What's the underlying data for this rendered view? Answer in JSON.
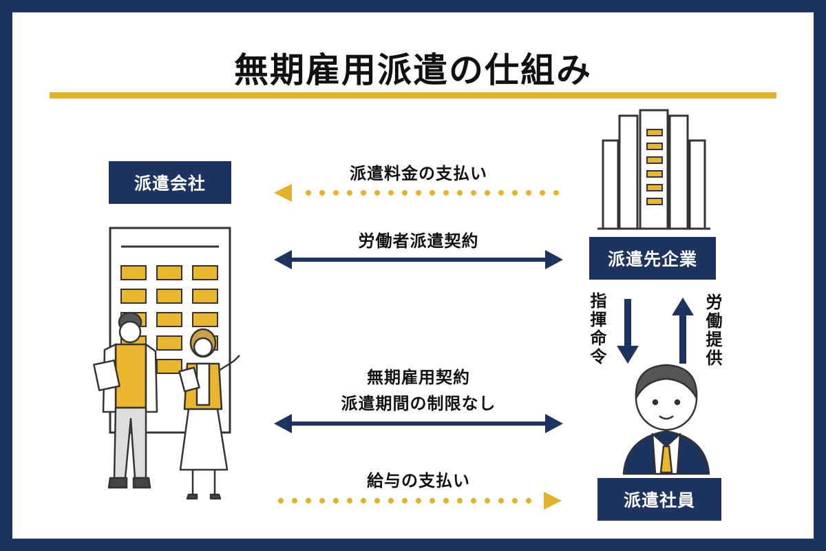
{
  "title": "無期雇用派遣の仕組み",
  "parties": {
    "dispatch_company": "派遣会社",
    "client_company": "派遣先企業",
    "dispatched_employee": "派遣社員"
  },
  "flows": {
    "dispatch_fee": "派遣料金の支払い",
    "dispatch_contract": "労働者派遣契約",
    "employment_contract": "無期雇用契約",
    "no_period_limit": "派遣期間の制限なし",
    "salary_payment": "給与の支払い",
    "instruction": "指揮命令",
    "labor_provision": "労働提供"
  },
  "colors": {
    "navy": "#1d3461",
    "yellow": "#e2b22a",
    "dark_line": "#333333"
  }
}
